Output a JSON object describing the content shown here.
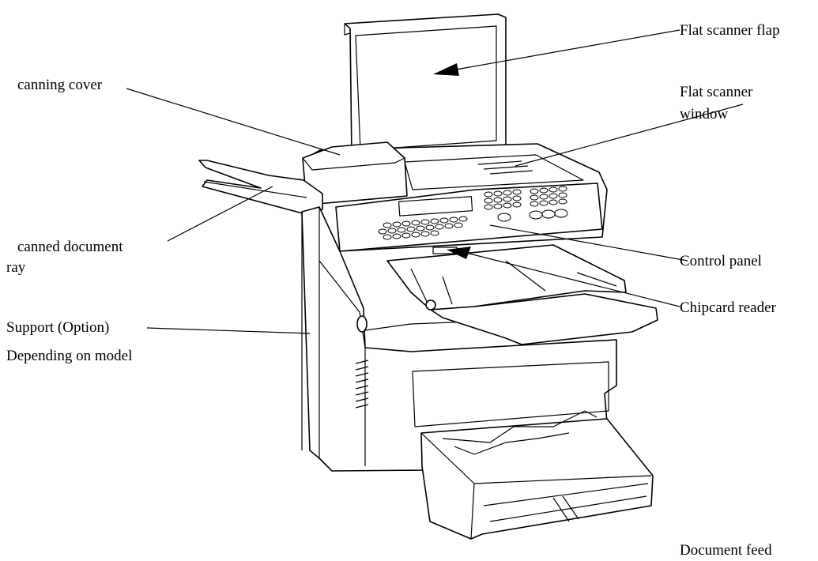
{
  "labels": {
    "flat_scanner_flap": "Flat scanner flap",
    "flat_scanner_window_1": "Flat scanner",
    "flat_scanner_window_2": "window",
    "scanning_cover": "canning cover",
    "scanned_document_tray_1": "canned document",
    "scanned_document_tray_2": "ray",
    "control_panel": "Control panel",
    "chipcard_reader": "Chipcard reader",
    "support_option": "Support (Option)",
    "depending_on_model": "Depending on model",
    "document_feeder_partial": "Document feed"
  },
  "colors": {
    "line": "#000000",
    "background": "#ffffff"
  }
}
